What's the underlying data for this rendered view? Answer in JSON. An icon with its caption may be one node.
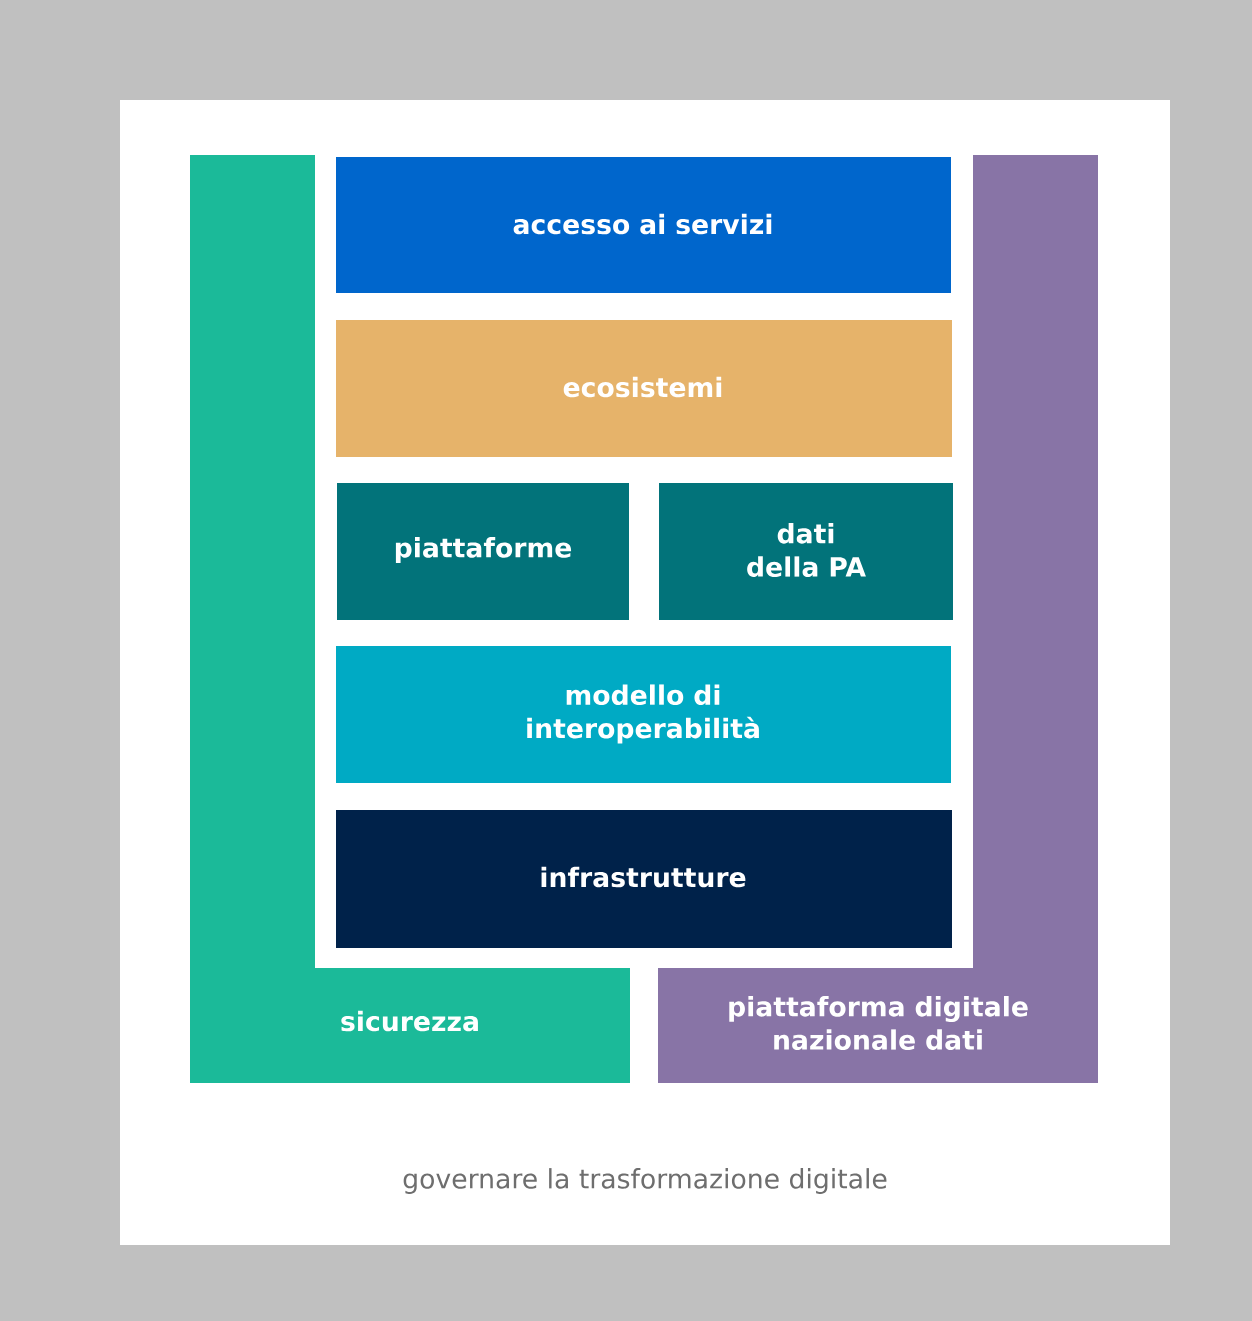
{
  "diagram": {
    "caption": "governare la trasformazione digitale",
    "nodes": [
      {
        "text": [
          "sicurezza"
        ]
      },
      {
        "text": [
          "piattaforma digitale nazionale dati"
        ]
      },
      {
        "text": [
          "accesso ai servizi"
        ]
      },
      {
        "text": [
          "ecosistemi"
        ]
      },
      {
        "text": [
          "piattaforme"
        ]
      },
      {
        "text": [
          "dati della PA"
        ]
      },
      {
        "text": [
          "modello di interoperabilità"
        ]
      },
      {
        "text": [
          "infrastrutture"
        ]
      }
    ]
  }
}
